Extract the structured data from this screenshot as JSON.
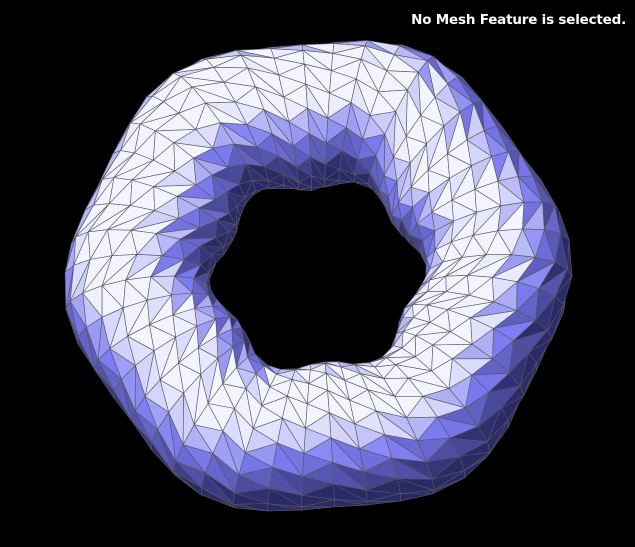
{
  "viewer": {
    "background_color": "#000000",
    "status_message": "No Mesh Feature is selected."
  },
  "mesh": {
    "object": "torus",
    "render_mode": "shaded-wireframe",
    "icon": "torus-mesh-icon",
    "colors": {
      "lit": "#f4f4ff",
      "shadow": "#7b7bf0",
      "dark": "#2a2a66",
      "edge": "#55555f"
    }
  }
}
